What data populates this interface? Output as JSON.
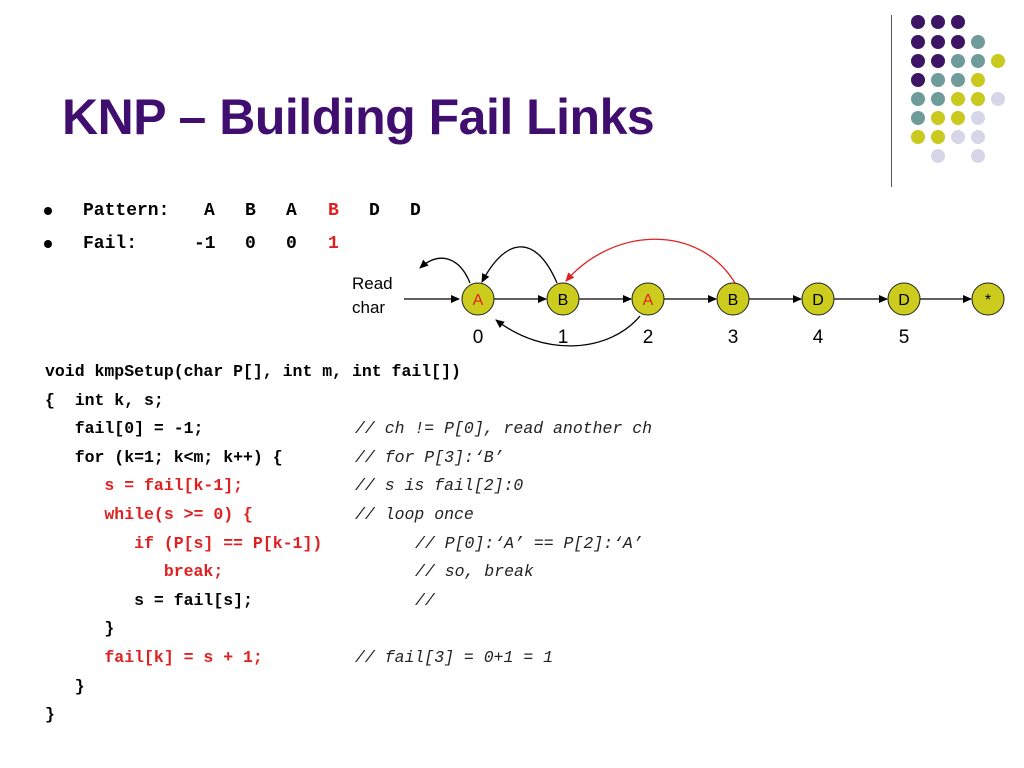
{
  "title": "KNP – Building Fail Links",
  "colors": {
    "title": "#3f0e6f",
    "accent_red": "#e02020",
    "dot_purple": "#3c1565",
    "dot_teal": "#6f9c9b",
    "dot_yellow": "#c9c91f",
    "dot_lavender": "#d6d6e8",
    "node_fill": "#cccc1e"
  },
  "bullets": [
    {
      "label": "Pattern:",
      "values": [
        "A",
        "B",
        "A",
        "B",
        "D",
        "D"
      ],
      "highlight_index": 3
    },
    {
      "label": "Fail:",
      "values": [
        "-1",
        "0",
        "0",
        "1"
      ],
      "highlight_index": 3
    }
  ],
  "diagram": {
    "read_label_line1": "Read",
    "read_label_line2": "char",
    "nodes": [
      {
        "label": "A",
        "index": "0",
        "red_label": true
      },
      {
        "label": "B",
        "index": "1",
        "red_label": false
      },
      {
        "label": "A",
        "index": "2",
        "red_label": true
      },
      {
        "label": "B",
        "index": "3",
        "red_label": false
      },
      {
        "label": "D",
        "index": "4",
        "red_label": false
      },
      {
        "label": "D",
        "index": "5",
        "red_label": false
      },
      {
        "label": "*",
        "index": "",
        "red_label": false
      }
    ]
  },
  "code": [
    {
      "stmt": "void kmpSetup(char P[], int m, int fail[])",
      "comment": "",
      "red": false
    },
    {
      "stmt": "{  int k, s;",
      "comment": "",
      "red": false
    },
    {
      "stmt": "   fail[0] = -1;",
      "comment": "// ch != P[0], read another ch",
      "red": false
    },
    {
      "stmt": "   for (k=1; k<m; k++) {",
      "comment": "// for P[3]:‘B’",
      "red": false
    },
    {
      "stmt": "      s = fail[k-1];",
      "comment": "// s is fail[2]:0",
      "red": true
    },
    {
      "stmt": "      while(s >= 0) {",
      "comment": "// loop once",
      "red": true
    },
    {
      "stmt": "         if (P[s] == P[k-1])",
      "comment": "// P[0]:‘A’ == P[2]:‘A’",
      "red": true
    },
    {
      "stmt": "            break;",
      "comment": "// so, break",
      "red": true
    },
    {
      "stmt": "         s = fail[s];",
      "comment": "//",
      "red": false
    },
    {
      "stmt": "      }",
      "comment": "",
      "red": false
    },
    {
      "stmt": "      fail[k] = s + 1;",
      "comment": "// fail[3] = 0+1 = 1",
      "red": true
    },
    {
      "stmt": "   }",
      "comment": "",
      "red": false
    },
    {
      "stmt": "}",
      "comment": "",
      "red": false
    }
  ]
}
